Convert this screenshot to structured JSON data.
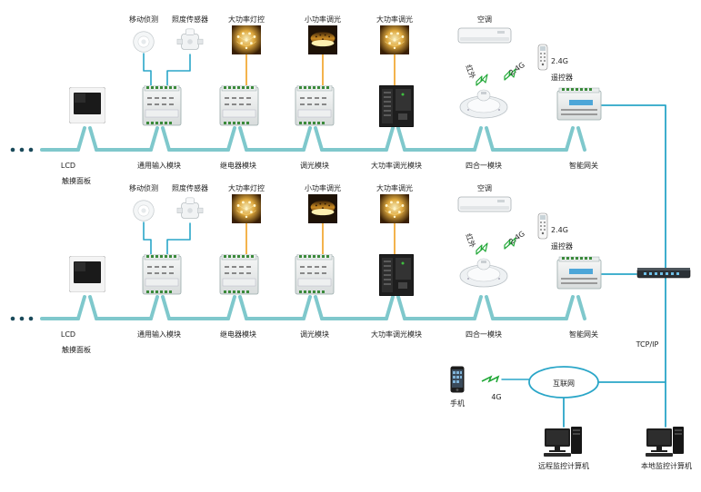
{
  "colors": {
    "bus": "#7fc8cc",
    "bus_dark": "#5fb2b6",
    "orange_link": "#f0a020",
    "sensor_link": "#2aa6c8",
    "wireless": "#22a838",
    "panel": "#2a2a2a"
  },
  "rows": [
    {
      "devices": {
        "motion": "移动侦测",
        "lux": "照度传感器",
        "chandelier": "大功率灯控",
        "small_dim": "小功率调光",
        "big_dim": "大功率调光",
        "ac": "空调"
      },
      "modules": {
        "lcd": "LCD",
        "lcd_sub": "触摸面板",
        "input": "通用输入模块",
        "relay": "继电器模块",
        "dimmer": "调光模块",
        "hp_dimmer": "大功率调光模块",
        "four_in_one": "四合一模块",
        "gateway": "智能网关"
      },
      "wireless": {
        "ir": "红外",
        "rf": "2.4G",
        "remote_freq": "2.4G",
        "remote": "遥控器"
      }
    },
    {
      "devices": {
        "motion": "移动侦测",
        "lux": "照度传感器",
        "chandelier": "大功率灯控",
        "small_dim": "小功率调光",
        "big_dim": "大功率调光",
        "ac": "空调"
      },
      "modules": {
        "lcd": "LCD",
        "lcd_sub": "触摸面板",
        "input": "通用输入模块",
        "relay": "继电器模块",
        "dimmer": "调光模块",
        "hp_dimmer": "大功率调光模块",
        "four_in_one": "四合一模块",
        "gateway": "智能网关"
      },
      "wireless": {
        "ir": "红外",
        "rf": "2.4G",
        "remote_freq": "2.4G",
        "remote": "遥控器"
      }
    }
  ],
  "network": {
    "protocol": "TCP/IP",
    "internet": "互联网",
    "phone": "手机",
    "phone_link": "4G",
    "remote_pc": "远程监控计算机",
    "local_pc": "本地监控计算机"
  },
  "icons": {
    "ellipsis": "ellipsis-icon",
    "lcd_panel": "lcd-panel-icon",
    "din_module": "din-module-icon",
    "hp_dimmer": "hp-dimmer-icon",
    "four_in_one": "ceiling-sensor-icon",
    "gateway": "gateway-icon",
    "motion": "motion-sensor-icon",
    "lux": "lux-sensor-icon",
    "chandelier": "chandelier-icon",
    "small_light": "ceiling-lamp-icon",
    "ac": "air-conditioner-icon",
    "remote": "remote-control-icon",
    "switch": "network-switch-icon",
    "phone": "smartphone-icon",
    "computer": "desktop-computer-icon"
  }
}
